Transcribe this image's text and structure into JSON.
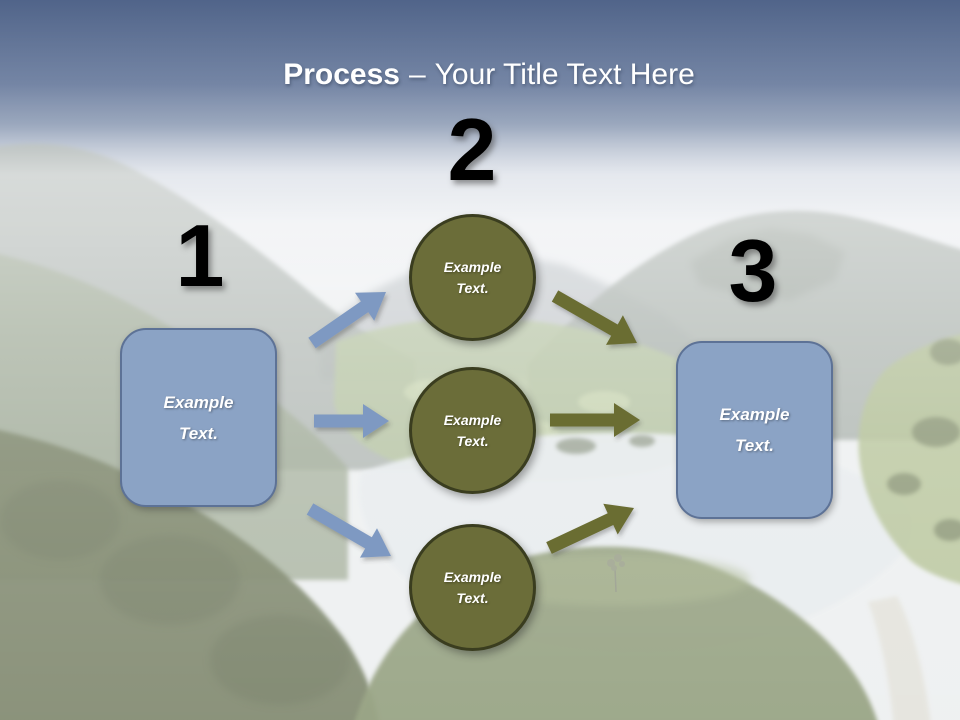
{
  "title": {
    "bold": "Process",
    "dash": "–",
    "rest": "Your Title Text Here"
  },
  "steps": {
    "one": {
      "number": "1",
      "box": {
        "line1": "Example",
        "line2": "Text."
      }
    },
    "two": {
      "number": "2",
      "circles": [
        {
          "line1": "Example",
          "line2": "Text."
        },
        {
          "line1": "Example",
          "line2": "Text."
        },
        {
          "line1": "Example",
          "line2": "Text."
        }
      ]
    },
    "three": {
      "number": "3",
      "box": {
        "line1": "Example",
        "line2": "Text."
      }
    }
  },
  "colors": {
    "title-text": "#ffffff",
    "number-text": "#000000",
    "box-fill": "#8ba3c5",
    "box-stroke": "#5d7296",
    "box-text": "#ffffff",
    "circle-fill": "#6b6d39",
    "circle-stroke": "#3a3d1f",
    "circle-text": "#ffffff",
    "arrow-blue": "#7e99c2",
    "arrow-olive": "#6b6d33",
    "sky-top": "#4c6086"
  }
}
